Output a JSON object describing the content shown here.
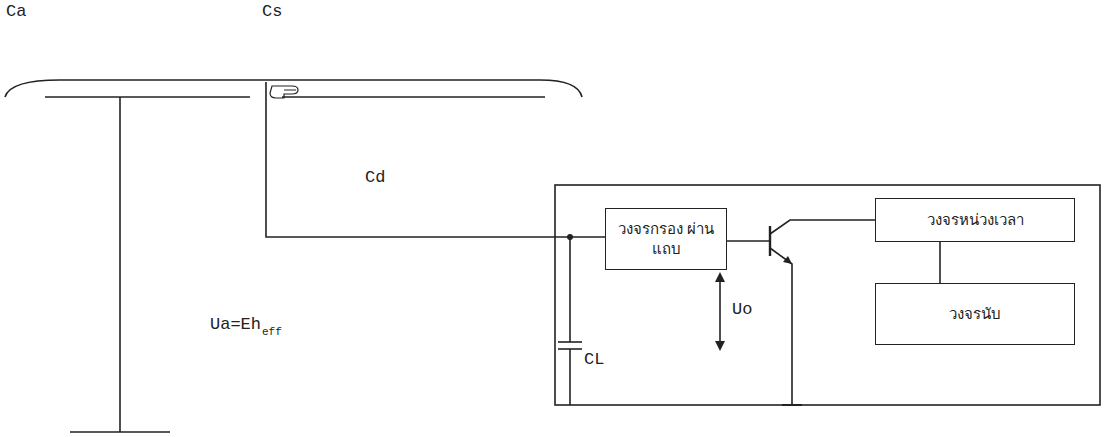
{
  "diagram": {
    "nodes": [
      {
        "text": [
          "วงจรกรอง ผ่านแถบ"
        ]
      },
      {
        "text": [
          "วงจรหน่วงเวลา"
        ]
      },
      {
        "text": [
          "วงจรนับ"
        ]
      }
    ],
    "edges": [
      {
        "from": 1,
        "to": 2,
        "arrow": "none"
      }
    ],
    "labels": [
      "Ca",
      "Cs",
      "Cd",
      "Ua=Eh",
      "eff",
      "CL",
      "Uo"
    ]
  }
}
